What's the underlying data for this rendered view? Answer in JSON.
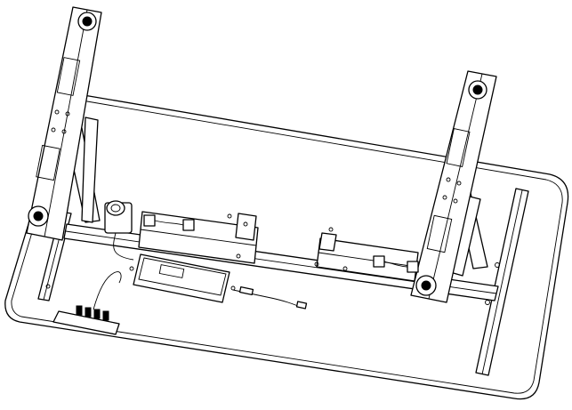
{
  "colors": {
    "line": "#000000",
    "background": "#ffffff"
  },
  "icons": [
    "desk-tabletop",
    "desk-leg-left",
    "desk-leg-right",
    "crossbeam",
    "motor",
    "control-box",
    "handset",
    "power-cable",
    "leveling-foot"
  ]
}
